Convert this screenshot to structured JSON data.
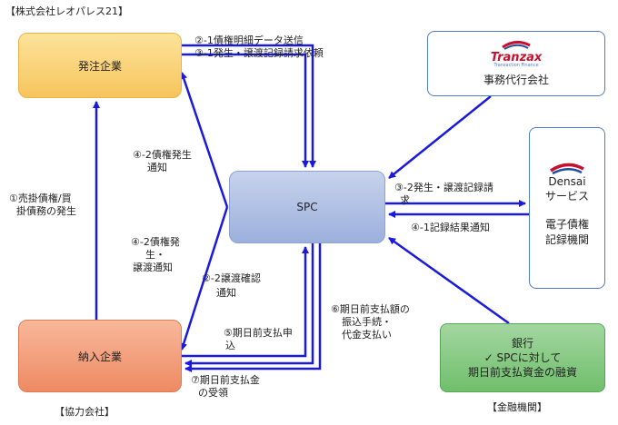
{
  "companies": {
    "leopalace_note": "【株式会社レオパレス21】",
    "kyoryoku_note": "【協力会社】",
    "kinyu_note": "【金融機関】"
  },
  "boxes": {
    "hatchu": "発注企業",
    "spc": "SPC",
    "nonyu": "納入企業",
    "tranzax_logo": "Tranzax",
    "tranzax_sub": "Transaction Finance",
    "tranzax_label": "事務代行会社",
    "densai_logo": "Densai",
    "densai_line1": "サービス",
    "densai_line2": "電子債権",
    "densai_line3": "記録機関",
    "bank_line1": "銀行",
    "bank_line2": "✓ SPCに対して",
    "bank_line3": "期日前支払資金の融資"
  },
  "labels": {
    "l2_1": "②-1債権明細データ送信",
    "l3_1": "③-1発生・譲渡記録請求依頼",
    "l4_2a_1": "④-2債権発生",
    "l4_2a_2": "通知",
    "l1_1": "①売掛債権/買",
    "l1_2": "掛債務の発生",
    "l4_2b_1": "④-2債権発",
    "l4_2b_2": "生・",
    "l4_2b_3": "譲渡通知",
    "l3_2_1": "③-2発生・譲渡記録請",
    "l3_2_2": "求",
    "l4_1": "④-1記録結果通知",
    "l2_2_1": "②-2譲渡確認",
    "l2_2_2": "通知",
    "l5_1": "⑤期日前支払申",
    "l5_2": "込",
    "l6_1": "⑥期日前支払額の",
    "l6_2": "振込手続・",
    "l6_3": "代金支払い",
    "l7_1": "⑦期日前支払金",
    "l7_2": "の受領"
  }
}
